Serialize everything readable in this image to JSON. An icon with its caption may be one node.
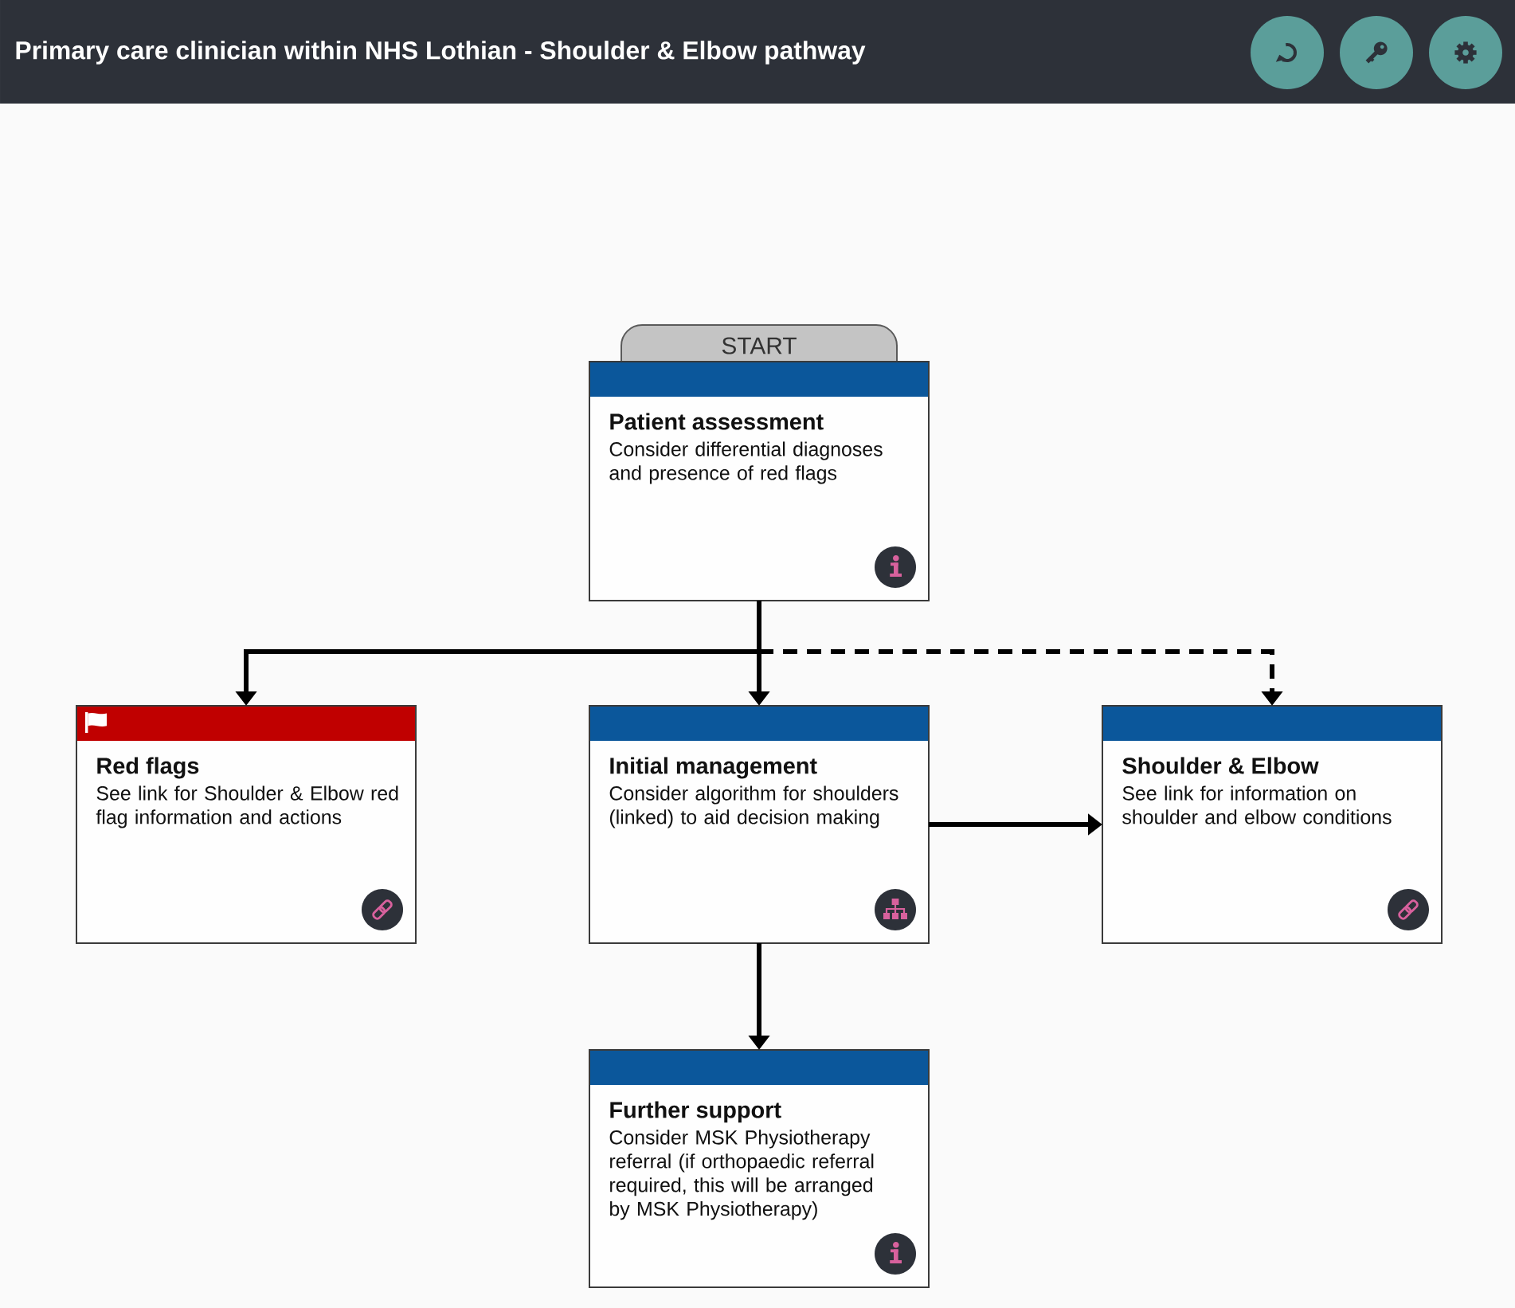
{
  "diagram": {
    "title": "Primary care clinician within NHS Lothian - Shoulder & Elbow pathway",
    "nodes": [
      {
        "text": [
          "START"
        ]
      },
      {
        "text": [
          "Patient assessment",
          "Consider differential diagnoses and presence of red flags"
        ]
      },
      {
        "text": [
          "Red flags",
          "See link for Shoulder & Elbow red flag information and actions"
        ]
      },
      {
        "text": [
          "Initial management",
          "Consider algorithm for shoulders (linked) to aid decision making"
        ]
      },
      {
        "text": [
          "Shoulder & Elbow",
          "See link for information on shoulder and elbow conditions"
        ]
      },
      {
        "text": [
          "Further support",
          "Consider MSK Physiotherapy referral (if orthopaedic referral required, this will be arranged by MSK Physiotherapy)"
        ]
      }
    ],
    "edges": [
      {
        "from": 1,
        "to": 2,
        "arrow": "to"
      },
      {
        "from": 1,
        "to": 3,
        "arrow": "to"
      },
      {
        "from": 1,
        "to": 4,
        "arrow": "to",
        "style": "dashed"
      },
      {
        "from": 3,
        "to": 4,
        "arrow": "to"
      },
      {
        "from": 3,
        "to": 5,
        "arrow": "to"
      }
    ]
  }
}
